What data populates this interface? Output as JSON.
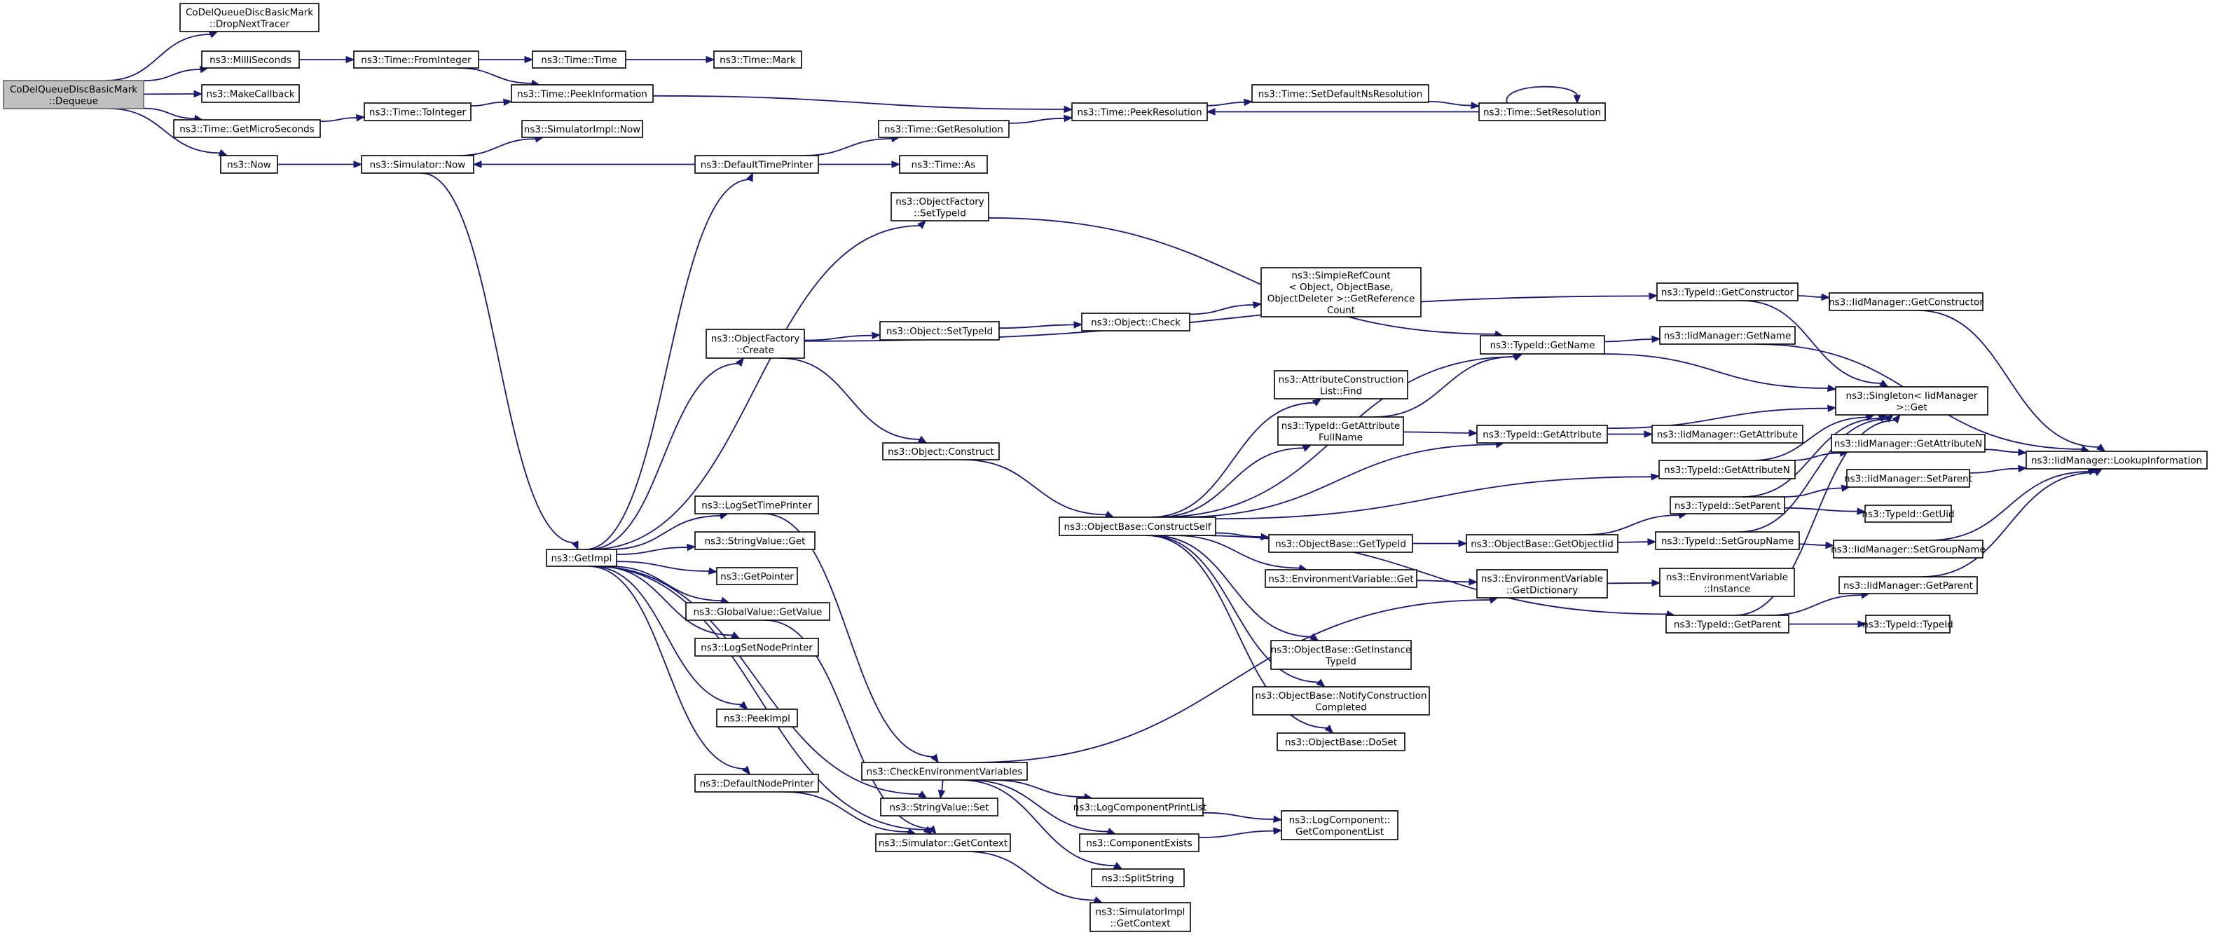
{
  "diagram": {
    "title": "",
    "colors": {
      "edge": "#191970",
      "root_fill": "#bfbfbf",
      "node_fill": "#ffffff",
      "border": "#000000"
    },
    "nodes": [
      {
        "id": "root",
        "lines": [
          "CoDelQueueDiscBasicMark",
          "::Dequeue"
        ],
        "root": true
      },
      {
        "id": "dropnext",
        "lines": [
          "CoDelQueueDiscBasicMark",
          "::DropNextTracer"
        ]
      },
      {
        "id": "millis",
        "lines": [
          "ns3::MilliSeconds"
        ]
      },
      {
        "id": "makecb",
        "lines": [
          "ns3::MakeCallback"
        ]
      },
      {
        "id": "getmicro",
        "lines": [
          "ns3::Time::GetMicroSeconds"
        ]
      },
      {
        "id": "now",
        "lines": [
          "ns3::Now"
        ]
      },
      {
        "id": "frominteger",
        "lines": [
          "ns3::Time::FromInteger"
        ]
      },
      {
        "id": "tointeger",
        "lines": [
          "ns3::Time::ToInteger"
        ]
      },
      {
        "id": "simnow",
        "lines": [
          "ns3::Simulator::Now"
        ]
      },
      {
        "id": "time",
        "lines": [
          "ns3::Time::Time"
        ]
      },
      {
        "id": "peekinfo",
        "lines": [
          "ns3::Time::PeekInformation"
        ]
      },
      {
        "id": "simimplnow",
        "lines": [
          "ns3::SimulatorImpl::Now"
        ]
      },
      {
        "id": "mark",
        "lines": [
          "ns3::Time::Mark"
        ]
      },
      {
        "id": "defaulttp",
        "lines": [
          "ns3::DefaultTimePrinter"
        ]
      },
      {
        "id": "getres",
        "lines": [
          "ns3::Time::GetResolution"
        ]
      },
      {
        "id": "timeas",
        "lines": [
          "ns3::Time::As"
        ]
      },
      {
        "id": "peekres",
        "lines": [
          "ns3::Time::PeekResolution"
        ]
      },
      {
        "id": "setdefns",
        "lines": [
          "ns3::Time::SetDefaultNsResolution"
        ]
      },
      {
        "id": "setres",
        "lines": [
          "ns3::Time::SetResolution"
        ]
      },
      {
        "id": "getimpl",
        "lines": [
          "ns3::GetImpl"
        ]
      },
      {
        "id": "ofsettypeid",
        "lines": [
          "ns3::ObjectFactory",
          "::SetTypeId"
        ]
      },
      {
        "id": "ofcreate",
        "lines": [
          "ns3::ObjectFactory",
          "::Create"
        ]
      },
      {
        "id": "objsettypeid",
        "lines": [
          "ns3::Object::SetTypeId"
        ]
      },
      {
        "id": "objcheck",
        "lines": [
          "ns3::Object::Check"
        ]
      },
      {
        "id": "simpleref",
        "lines": [
          "ns3::SimpleRefCount",
          "< Object, ObjectBase,",
          "ObjectDeleter >::GetReference",
          "Count"
        ]
      },
      {
        "id": "objconstruct",
        "lines": [
          "ns3::Object::Construct"
        ]
      },
      {
        "id": "constructself",
        "lines": [
          "ns3::ObjectBase::ConstructSelf"
        ]
      },
      {
        "id": "logsettp",
        "lines": [
          "ns3::LogSetTimePrinter"
        ]
      },
      {
        "id": "svget",
        "lines": [
          "ns3::StringValue::Get"
        ]
      },
      {
        "id": "getpointer",
        "lines": [
          "ns3::GetPointer"
        ]
      },
      {
        "id": "gvgetvalue",
        "lines": [
          "ns3::GlobalValue::GetValue"
        ]
      },
      {
        "id": "logsetnp",
        "lines": [
          "ns3::LogSetNodePrinter"
        ]
      },
      {
        "id": "peekimpl",
        "lines": [
          "ns3::PeekImpl"
        ]
      },
      {
        "id": "defaultnp",
        "lines": [
          "ns3::DefaultNodePrinter"
        ]
      },
      {
        "id": "checkenv",
        "lines": [
          "ns3::CheckEnvironmentVariables"
        ]
      },
      {
        "id": "svset",
        "lines": [
          "ns3::StringValue::Set"
        ]
      },
      {
        "id": "simgetctx",
        "lines": [
          "ns3::Simulator::GetContext"
        ]
      },
      {
        "id": "simimplgetctx",
        "lines": [
          "ns3::SimulatorImpl",
          "::GetContext"
        ]
      },
      {
        "id": "logcpl",
        "lines": [
          "ns3::LogComponentPrintList"
        ]
      },
      {
        "id": "compexists",
        "lines": [
          "ns3::ComponentExists"
        ]
      },
      {
        "id": "splitstring",
        "lines": [
          "ns3::SplitString"
        ]
      },
      {
        "id": "getcomplist",
        "lines": [
          "ns3::LogComponent::",
          "GetComponentList"
        ]
      },
      {
        "id": "attrconsfind",
        "lines": [
          "ns3::AttributeConstruction",
          "List::Find"
        ]
      },
      {
        "id": "tidgetattrfull",
        "lines": [
          "ns3::TypeId::GetAttribute",
          "FullName"
        ]
      },
      {
        "id": "obgettypeid",
        "lines": [
          "ns3::ObjectBase::GetTypeId"
        ]
      },
      {
        "id": "envget",
        "lines": [
          "ns3::EnvironmentVariable::Get"
        ]
      },
      {
        "id": "obgetinst",
        "lines": [
          "ns3::ObjectBase::GetInstance",
          "TypeId"
        ]
      },
      {
        "id": "obnotify",
        "lines": [
          "ns3::ObjectBase::NotifyConstruction",
          "Completed"
        ]
      },
      {
        "id": "obdoset",
        "lines": [
          "ns3::ObjectBase::DoSet"
        ]
      },
      {
        "id": "tidgetname",
        "lines": [
          "ns3::TypeId::GetName"
        ]
      },
      {
        "id": "tidgetattr",
        "lines": [
          "ns3::TypeId::GetAttribute"
        ]
      },
      {
        "id": "obgetoid",
        "lines": [
          "ns3::ObjectBase::GetObjectIid"
        ]
      },
      {
        "id": "envgetdict",
        "lines": [
          "ns3::EnvironmentVariable",
          "::GetDictionary"
        ]
      },
      {
        "id": "tidgetctor",
        "lines": [
          "ns3::TypeId::GetConstructor"
        ]
      },
      {
        "id": "iidgetname",
        "lines": [
          "ns3::IidManager::GetName"
        ]
      },
      {
        "id": "iidgetattr",
        "lines": [
          "ns3::IidManager::GetAttribute"
        ]
      },
      {
        "id": "tidgetattrn",
        "lines": [
          "ns3::TypeId::GetAttributeN"
        ]
      },
      {
        "id": "tidsetparent",
        "lines": [
          "ns3::TypeId::SetParent"
        ]
      },
      {
        "id": "tidsetgroup",
        "lines": [
          "ns3::TypeId::SetGroupName"
        ]
      },
      {
        "id": "envinst",
        "lines": [
          "ns3::EnvironmentVariable",
          "::Instance"
        ]
      },
      {
        "id": "tidgetparent",
        "lines": [
          "ns3::TypeId::GetParent"
        ]
      },
      {
        "id": "iidgetctor",
        "lines": [
          "ns3::IidManager::GetConstructor"
        ]
      },
      {
        "id": "singleton",
        "lines": [
          "ns3::Singleton< IidManager",
          ">::Get"
        ]
      },
      {
        "id": "iidgetattrn",
        "lines": [
          "ns3::IidManager::GetAttributeN"
        ]
      },
      {
        "id": "iidsetparent",
        "lines": [
          "ns3::IidManager::SetParent"
        ]
      },
      {
        "id": "tidgetuid",
        "lines": [
          "ns3::TypeId::GetUid"
        ]
      },
      {
        "id": "iidsetgroup",
        "lines": [
          "ns3::IidManager::SetGroupName"
        ]
      },
      {
        "id": "iidgetparent",
        "lines": [
          "ns3::IidManager::GetParent"
        ]
      },
      {
        "id": "tidtypeid",
        "lines": [
          "ns3::TypeId::TypeId"
        ]
      },
      {
        "id": "iidlookup",
        "lines": [
          "ns3::IidManager::LookupInformation"
        ]
      }
    ]
  }
}
